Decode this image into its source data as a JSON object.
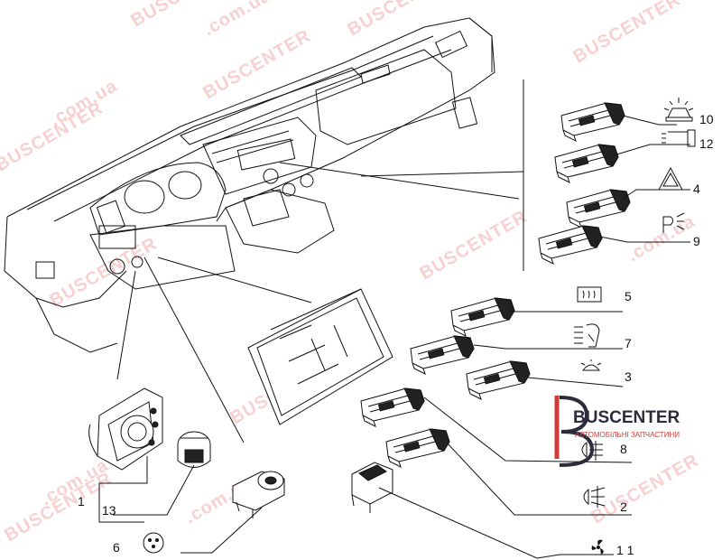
{
  "watermark": {
    "text": "BUSCENTER",
    "suffix": ".com.ua",
    "color": "#e85a5a"
  },
  "brand": {
    "name": "BUSCENTER",
    "subtitle": "АВТОМОБІЛЬНІ ЗАПЧАСТИНИ",
    "accent": "#d23a3a"
  },
  "callouts": {
    "c10": "10",
    "c12": "12",
    "c4": "4",
    "c9": "9",
    "c5": "5",
    "c7": "7",
    "c3": "3",
    "c8": "8",
    "c2": "2",
    "c11": "1 1",
    "c1": "1",
    "c13": "13",
    "c6": "6"
  },
  "symbols": {
    "beacon": "rotating-beacon-icon",
    "lamp": "lamp-icon",
    "hazard": "hazard-triangle-icon",
    "parking": "parking-light-icon",
    "rear_defrost": "rear-defrost-icon",
    "heated_seat": "heated-seat-icon",
    "interior_light": "interior-light-icon",
    "rear_fog": "rear-fog-icon",
    "front_fog": "front-fog-icon",
    "fan": "fan-icon",
    "dimmer": "dimmer-knob-icon"
  }
}
